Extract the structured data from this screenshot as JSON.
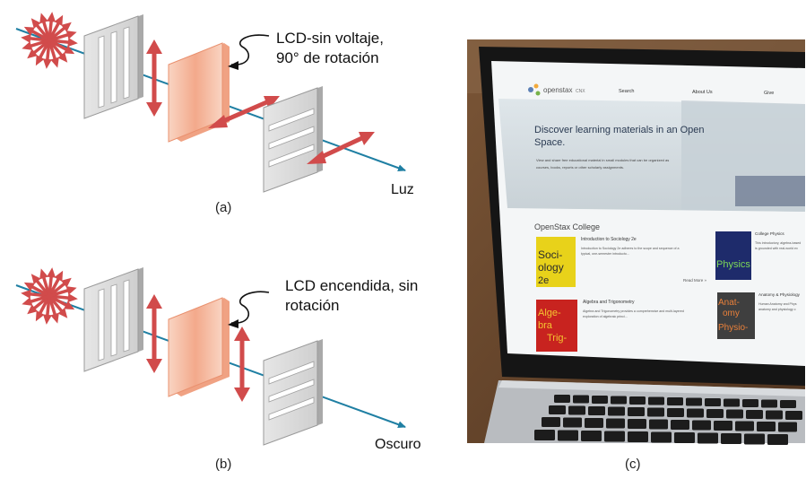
{
  "panel_a": {
    "label_lcd_line1": "LCD-sin voltaje,",
    "label_lcd_line2": "90° de rotación",
    "label_light": "Luz",
    "caption": "(a)"
  },
  "panel_b": {
    "label_lcd_line1": "LCD encendida, sin",
    "label_lcd_line2": "rotación",
    "label_light": "Oscuro",
    "caption": "(b)"
  },
  "panel_c": {
    "caption": "(c)",
    "screen": {
      "brand": "openstax",
      "brand_suffix": "CNX",
      "nav": [
        "Search",
        "About Us",
        "Give"
      ],
      "hero_title_line1": "Discover learning materials in an Open",
      "hero_title_line2": "Space.",
      "hero_text_line1": "View and share free educational material in small modules that can be organized as",
      "hero_text_line2": "courses, books, reports or other scholarly assignments.",
      "section_title": "OpenStax College",
      "books": [
        {
          "title": "Introduction to Sociology 2e",
          "desc_line1": "Introduction to Sociology 2e adheres to the scope and sequence of a",
          "desc_line2": "typical, one-semester introducto...",
          "cover_line1": "Soci-",
          "cover_line2": "ology",
          "cover_line3": "2e"
        },
        {
          "title": "College Physics",
          "desc_line1": "This introductory, algebra-based",
          "desc_line2": "is grounded with real-world ex",
          "cover_line1": "Physics"
        },
        {
          "title": "Algebra and Trigonometry",
          "desc_line1": "Algebra and Trigonometry provides a comprehensive and multi-layered",
          "desc_line2": "exploration of algebraic princi...",
          "cover_line1": "Alge-",
          "cover_line2": "bra",
          "cover_line3": "Trig-"
        },
        {
          "title": "Anatomy & Physiology",
          "desc_line1": "Human Anatomy and Phys",
          "desc_line2": "anatomy and physiology c",
          "cover_line1": "Anat-",
          "cover_line2": "omy",
          "cover_line3": "Physio-"
        }
      ],
      "read_more": "Read More »"
    }
  },
  "colors": {
    "beam": "#1f7fa3",
    "arrow": "#d14b4b",
    "polarizer_face": "#d6d6d6",
    "lcd_face": "#f6c0a8"
  }
}
